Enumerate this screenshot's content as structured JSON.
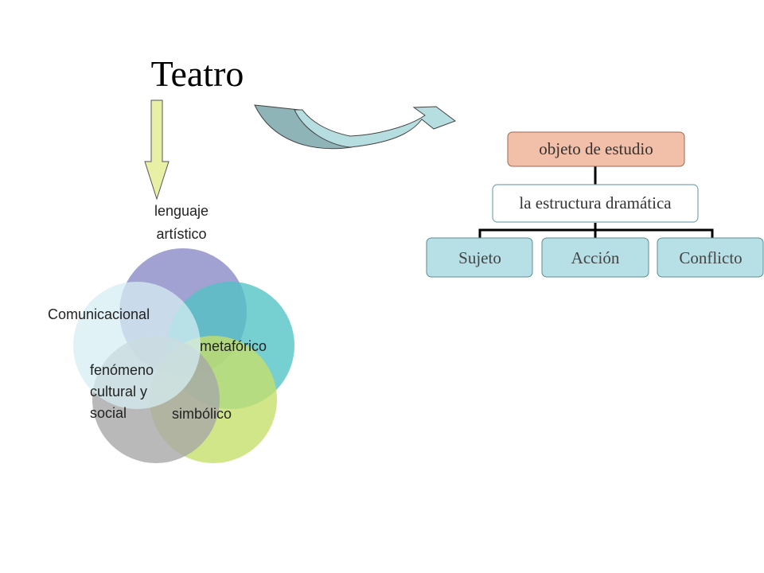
{
  "title": "Teatro",
  "venn": {
    "top_label_line1": "lenguaje",
    "top_label_line2": "artístico",
    "right_label": "metafórico",
    "bottom_right_label": "simbólico",
    "bottom_left_label_line1": "fenómeno",
    "bottom_left_label_line2": "cultural y",
    "bottom_left_label_line3": "social",
    "left_label": "Comunicacional",
    "colors": {
      "top": "#8e8ec8",
      "right": "#4fc1c4",
      "bottom_right": "#c5df6c",
      "bottom_left": "#a8a8a8",
      "left": "#d6eef1"
    }
  },
  "hierarchy": {
    "root": "objeto de estudio",
    "level2": "la estructura dramática",
    "children": [
      "Sujeto",
      "Acción",
      "Conflicto"
    ],
    "colors": {
      "root_fill": "#f2bfa8",
      "level2_fill": "#ffffff",
      "child_fill": "#b7e0e6"
    }
  }
}
